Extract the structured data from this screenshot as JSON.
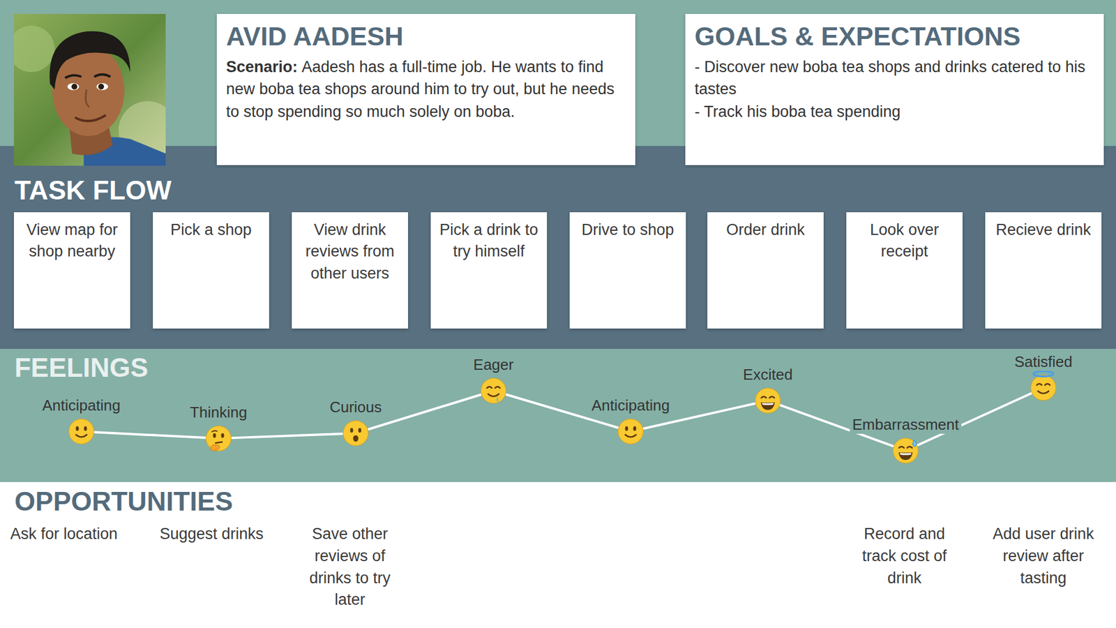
{
  "diagram": {
    "nodes": [
      {
        "text": [
          "AVID AADESH",
          "Scenario:",
          "Aadesh has a full-time job. He wants to find new boba tea shops around him to try out, but he needs to stop spending so much solely on boba."
        ]
      },
      {
        "text": [
          "GOALS & EXPECTATIONS",
          "- Discover new boba tea shops and drinks catered to his tastes",
          "- Track his boba tea spending"
        ]
      },
      {
        "text": [
          "View map for shop nearby"
        ]
      },
      {
        "text": [
          "Pick a shop"
        ]
      },
      {
        "text": [
          "View drink reviews from other users"
        ]
      },
      {
        "text": [
          "Pick a drink to try himself"
        ]
      },
      {
        "text": [
          "Drive to shop"
        ]
      },
      {
        "text": [
          "Order drink"
        ]
      },
      {
        "text": [
          "Look over receipt"
        ]
      },
      {
        "text": [
          "Recieve drink"
        ]
      },
      {
        "text": [
          "Anticipating"
        ]
      },
      {
        "text": [
          "Thinking"
        ]
      },
      {
        "text": [
          "Curious"
        ]
      },
      {
        "text": [
          "Eager"
        ]
      },
      {
        "text": [
          "Anticipating"
        ]
      },
      {
        "text": [
          "Excited"
        ]
      },
      {
        "text": [
          "Embarrassment"
        ]
      },
      {
        "text": [
          "Satisfied"
        ]
      }
    ],
    "edges": [
      {
        "from": 10,
        "to": 11,
        "arrow": "none"
      },
      {
        "from": 11,
        "to": 12,
        "arrow": "none"
      },
      {
        "from": 12,
        "to": 13,
        "arrow": "none"
      },
      {
        "from": 13,
        "to": 14,
        "arrow": "none"
      },
      {
        "from": 14,
        "to": 15,
        "arrow": "none"
      },
      {
        "from": 15,
        "to": 16,
        "arrow": "none"
      },
      {
        "from": 16,
        "to": 17,
        "arrow": "none"
      }
    ],
    "labels": [
      "TASK FLOW",
      "FEELINGS",
      "OPPORTUNITIES",
      "Ask for location",
      "Suggest drinks",
      "Save other reviews of drinks to try later",
      "Record and track cost of drink",
      "Add user drink review after tasting"
    ]
  }
}
